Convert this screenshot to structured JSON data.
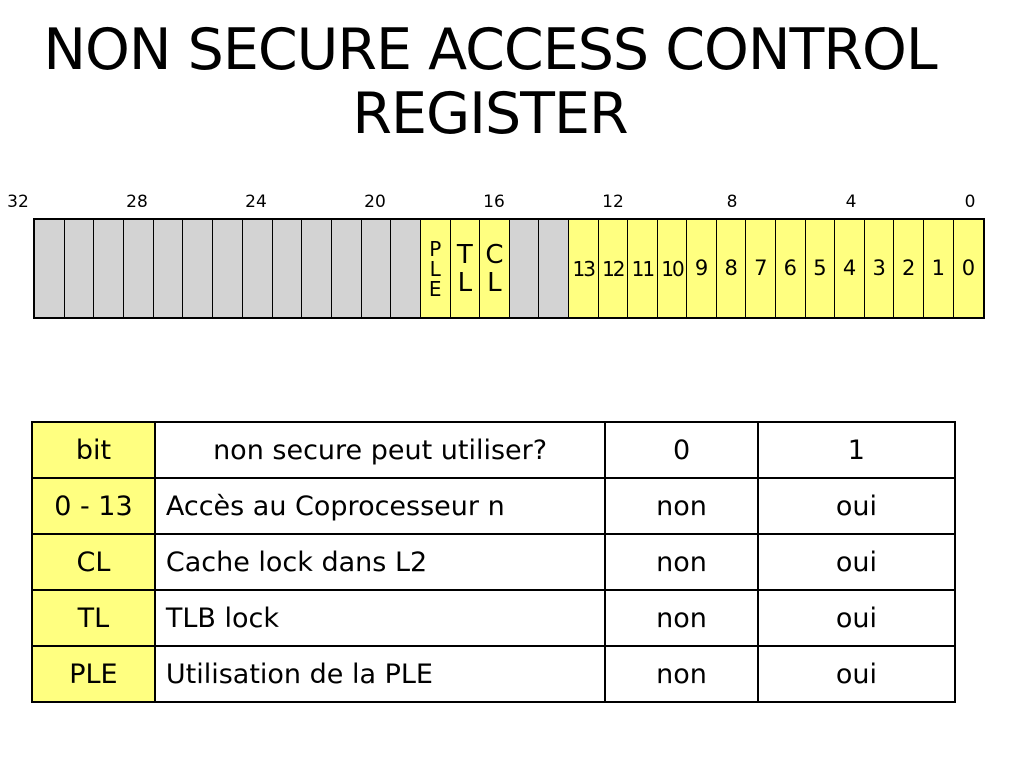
{
  "title": {
    "line1": "NON SECURE ACCESS CONTROL",
    "line2": "REGISTER"
  },
  "ruler": [
    "32",
    "28",
    "24",
    "20",
    "16",
    "12",
    "8",
    "4",
    "0"
  ],
  "register_cells": [
    {
      "label": "",
      "kind": "reserved"
    },
    {
      "label": "",
      "kind": "reserved"
    },
    {
      "label": "",
      "kind": "reserved"
    },
    {
      "label": "",
      "kind": "reserved"
    },
    {
      "label": "",
      "kind": "reserved"
    },
    {
      "label": "",
      "kind": "reserved"
    },
    {
      "label": "",
      "kind": "reserved"
    },
    {
      "label": "",
      "kind": "reserved"
    },
    {
      "label": "",
      "kind": "reserved"
    },
    {
      "label": "",
      "kind": "reserved"
    },
    {
      "label": "",
      "kind": "reserved"
    },
    {
      "label": "",
      "kind": "reserved"
    },
    {
      "label": "",
      "kind": "reserved"
    },
    {
      "label": "PLE",
      "kind": "vertical"
    },
    {
      "label": "TL",
      "kind": "vertical"
    },
    {
      "label": "CL",
      "kind": "vertical"
    },
    {
      "label": "",
      "kind": "reserved"
    },
    {
      "label": "",
      "kind": "reserved"
    },
    {
      "label": "13",
      "kind": "bit"
    },
    {
      "label": "12",
      "kind": "bit"
    },
    {
      "label": "11",
      "kind": "bit"
    },
    {
      "label": "10",
      "kind": "bit"
    },
    {
      "label": "9",
      "kind": "bit"
    },
    {
      "label": "8",
      "kind": "bit"
    },
    {
      "label": "7",
      "kind": "bit"
    },
    {
      "label": "6",
      "kind": "bit"
    },
    {
      "label": "5",
      "kind": "bit"
    },
    {
      "label": "4",
      "kind": "bit"
    },
    {
      "label": "3",
      "kind": "bit"
    },
    {
      "label": "2",
      "kind": "bit"
    },
    {
      "label": "1",
      "kind": "bit"
    },
    {
      "label": "0",
      "kind": "bit"
    }
  ],
  "colors": {
    "field": "#ffff80",
    "reserved": "#d3d3d3"
  },
  "table": {
    "headers": [
      "bit",
      "non secure peut utiliser?",
      "0",
      "1"
    ],
    "rows": [
      [
        "0 - 13",
        "Accès au Coprocesseur n",
        "non",
        "oui"
      ],
      [
        "CL",
        "Cache lock dans L2",
        "non",
        "oui"
      ],
      [
        "TL",
        "TLB lock",
        "non",
        "oui"
      ],
      [
        "PLE",
        "Utilisation de la PLE",
        "non",
        "oui"
      ]
    ]
  }
}
